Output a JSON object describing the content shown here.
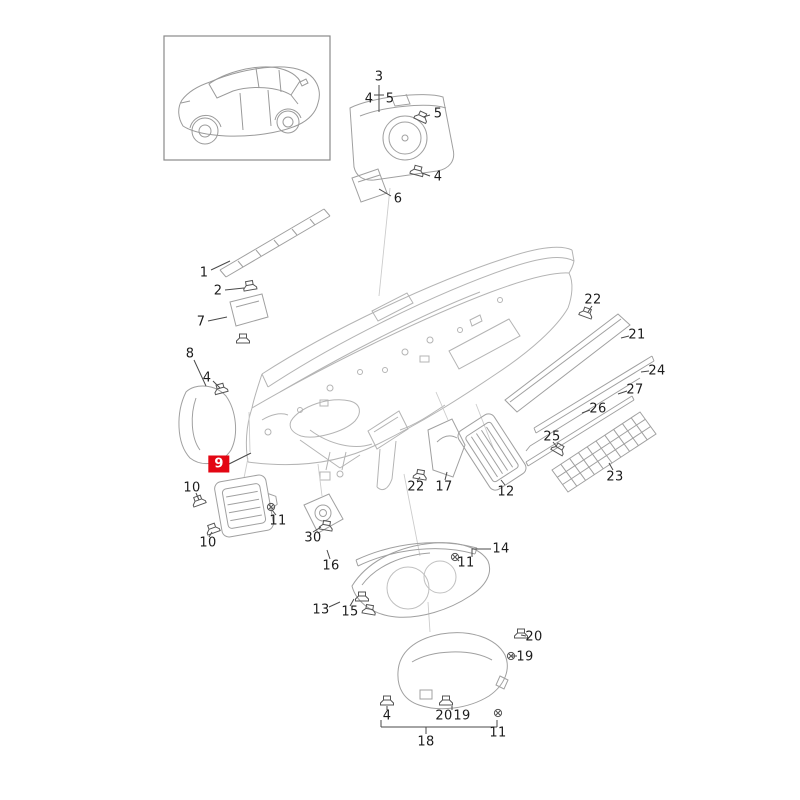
{
  "diagram_type": "exploded-parts-diagram",
  "colors": {
    "background": "#ffffff",
    "assembly_line": "#b4b4b4",
    "part_line": "#a0a0a0",
    "leader_line": "#4a4a4a",
    "fastener_line": "#555555",
    "label_text": "#1c1c1c",
    "highlight_background": "#e30613",
    "highlight_text": "#ffffff"
  },
  "thumbnail": {
    "content": "vehicle-overview-sketch"
  },
  "labels": {
    "l3": {
      "text": "3"
    },
    "l4a": {
      "text": "4"
    },
    "l5a": {
      "text": "5"
    },
    "l5b": {
      "text": "5"
    },
    "l4b": {
      "text": "4"
    },
    "l6": {
      "text": "6"
    },
    "l1": {
      "text": "1"
    },
    "l2": {
      "text": "2"
    },
    "l7": {
      "text": "7"
    },
    "l8": {
      "text": "8"
    },
    "l4c": {
      "text": "4"
    },
    "l22a": {
      "text": "22"
    },
    "l21": {
      "text": "21"
    },
    "l24": {
      "text": "24"
    },
    "l27": {
      "text": "27"
    },
    "l26": {
      "text": "26"
    },
    "l25": {
      "text": "25"
    },
    "l23": {
      "text": "23"
    },
    "l9": {
      "text": "9",
      "highlighted": true
    },
    "l10a": {
      "text": "10"
    },
    "l11a": {
      "text": "11"
    },
    "l10b": {
      "text": "10"
    },
    "l30": {
      "text": "30"
    },
    "l16": {
      "text": "16"
    },
    "l22b": {
      "text": "22"
    },
    "l17": {
      "text": "17"
    },
    "l12": {
      "text": "12"
    },
    "l14": {
      "text": "14"
    },
    "l11b": {
      "text": "11"
    },
    "l13": {
      "text": "13"
    },
    "l15": {
      "text": "15"
    },
    "l20a": {
      "text": "20"
    },
    "l19a": {
      "text": "19"
    },
    "l4d": {
      "text": "4"
    },
    "l20b": {
      "text": "20"
    },
    "l19b": {
      "text": "19"
    },
    "l11c": {
      "text": "11"
    },
    "l18": {
      "text": "18"
    }
  }
}
